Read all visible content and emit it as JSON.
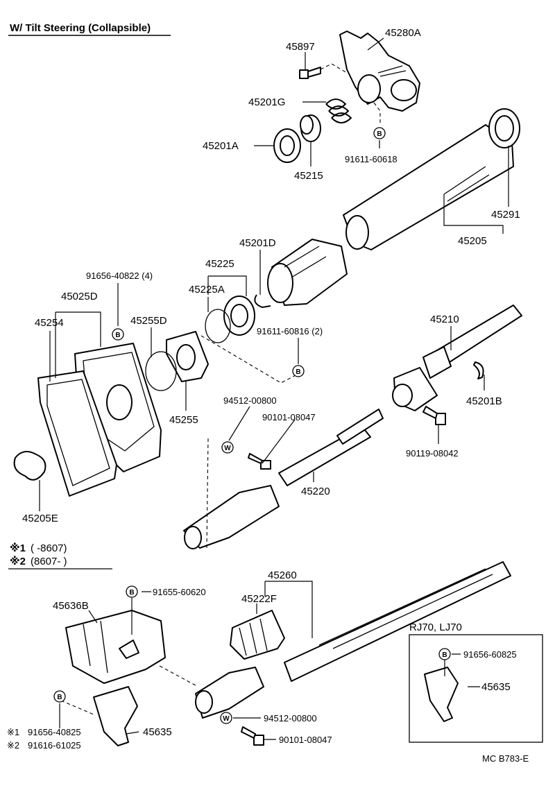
{
  "title": "W/ Tilt Steering (Collapsible)",
  "footer_code": "MC  B783-E",
  "note_lines": [
    {
      "mark": "※1",
      "text": "(        -8607)"
    },
    {
      "mark": "※2",
      "text": "(8607-        )"
    }
  ],
  "variant_box_title": "RJ70, LJ70",
  "circle_markers": {
    "bolt": "B",
    "washer": "W"
  },
  "labels": {
    "p45280A": "45280A",
    "p45897": "45897",
    "p45201G": "45201G",
    "p45201A": "45201A",
    "p45215": "45215",
    "p91611_60618": "91611-60618",
    "p45291": "45291",
    "p45205": "45205",
    "p45201D": "45201D",
    "p45225": "45225",
    "p45225A": "45225A",
    "p91656_40822": "91656-40822 (4)",
    "p45025D": "45025D",
    "p45254": "45254",
    "p45255D": "45255D",
    "p91611_60816": "91611-60816 (2)",
    "p45210": "45210",
    "p45255": "45255",
    "p94512_00800a": "94512-00800",
    "p90101_08047a": "90101-08047",
    "p45201B": "45201B",
    "p90119_08042": "90119-08042",
    "p45220": "45220",
    "p45205E": "45205E",
    "p45260": "45260",
    "p45222F": "45222F",
    "p45636B": "45636B",
    "p91655_60620": "91655-60620",
    "p91656_60825": "91656-60825",
    "p45635a": "45635",
    "p45635b": "45635",
    "p94512_00800b": "94512-00800",
    "p90101_08047b": "90101-08047",
    "p91656_40825": "91656-40825",
    "p91616_61025": "91616-61025"
  }
}
